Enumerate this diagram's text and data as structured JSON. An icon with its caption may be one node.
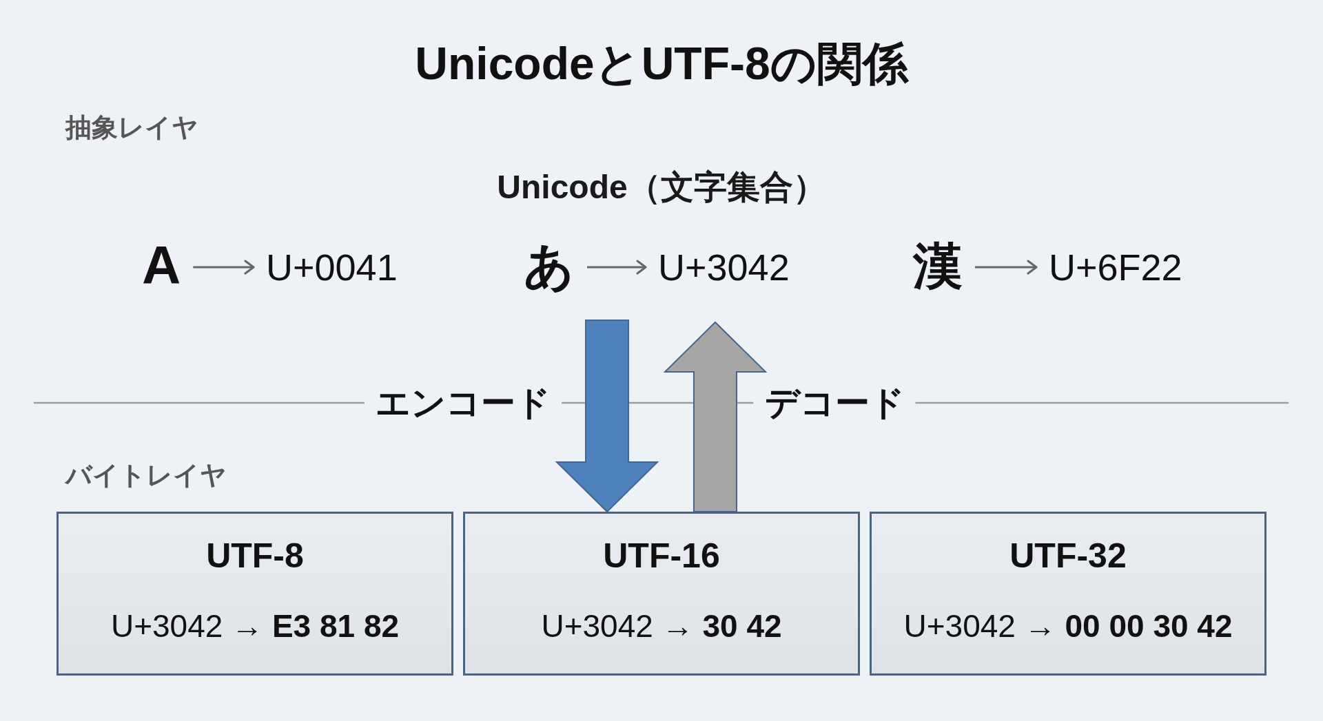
{
  "diagram": {
    "title": "UnicodeとUTF-8の関係",
    "nodes": [
      {
        "text": [
          "A"
        ]
      },
      {
        "text": [
          "U+0041"
        ]
      },
      {
        "text": [
          "あ"
        ]
      },
      {
        "text": [
          "U+3042"
        ]
      },
      {
        "text": [
          "漢"
        ]
      },
      {
        "text": [
          "U+6F22"
        ]
      },
      {
        "text": [
          "UTF-8",
          "U+3042 → **E3 81 82**"
        ]
      },
      {
        "text": [
          "UTF-16",
          "U+3042 → **30 42**"
        ]
      },
      {
        "text": [
          "UTF-32",
          "U+3042 → **00 00 30 42**"
        ]
      }
    ],
    "edges": [
      {
        "from": 0,
        "to": 1,
        "arrow": "to"
      },
      {
        "from": 2,
        "to": 3,
        "arrow": "to"
      },
      {
        "from": 4,
        "to": 5,
        "arrow": "to"
      },
      {
        "from": null,
        "to": 7,
        "arrow": "to",
        "label": "エンコード",
        "style": "thick",
        "color": "#4f81bd"
      },
      {
        "from": 7,
        "to": null,
        "arrow": "to",
        "label": "デコード",
        "style": "thick",
        "color": "#a6a6a6"
      }
    ],
    "labels": [
      "抽象レイヤ",
      "Unicode（文字集合）",
      "バイトレイヤ"
    ]
  }
}
